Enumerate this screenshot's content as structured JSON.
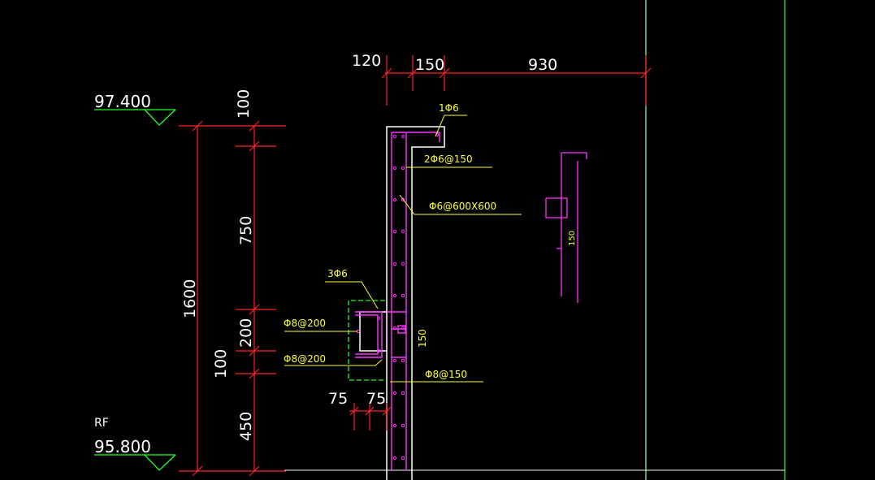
{
  "colors": {
    "background": "#000000",
    "dimension": "#ff2222",
    "concrete": "#ffffff",
    "rebar": "#ff33ff",
    "level": "#22ff22",
    "annotation": "#ffff33",
    "grid": "#a0ffa0"
  },
  "levels": {
    "top": "97.400",
    "bottom_tag": "RF",
    "bottom": "95.800"
  },
  "dims_top": {
    "a": "120",
    "b": "150",
    "c": "930"
  },
  "dims_left": {
    "total": "1600",
    "seg1": "100",
    "seg2": "750",
    "seg3": "200",
    "seg4": "100",
    "seg5": "450"
  },
  "dims_bottom": {
    "a": "75",
    "b": "75"
  },
  "rebar_notes": {
    "n1": "1Φ6",
    "n2": "2Φ6@150",
    "n3": "Φ6@600X600",
    "n4": "3Φ6",
    "n5": "Φ8@200",
    "n6": "Φ8@200",
    "n7": "Φ8@150",
    "n8": "150"
  },
  "detail": {
    "dim": "150"
  }
}
